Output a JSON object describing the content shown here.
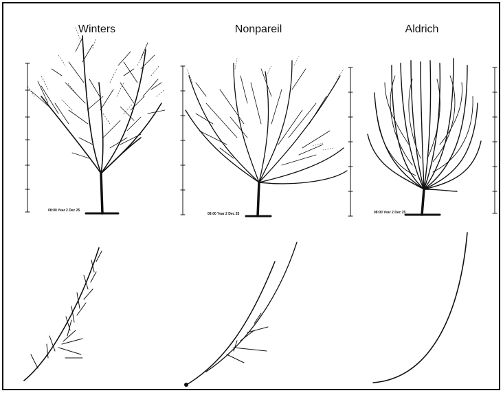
{
  "figure": {
    "panels": [
      {
        "id": "winters",
        "title": "Winters",
        "stamp": "08:00 Year 2 Dec 25"
      },
      {
        "id": "nonpareil",
        "title": "Nonpareil",
        "stamp": "08:00 Year 2 Dec 25"
      },
      {
        "id": "aldrich",
        "title": "Aldrich",
        "stamp": "08:00 Year 2 Dec 25"
      }
    ],
    "ink_color": "#111111"
  }
}
